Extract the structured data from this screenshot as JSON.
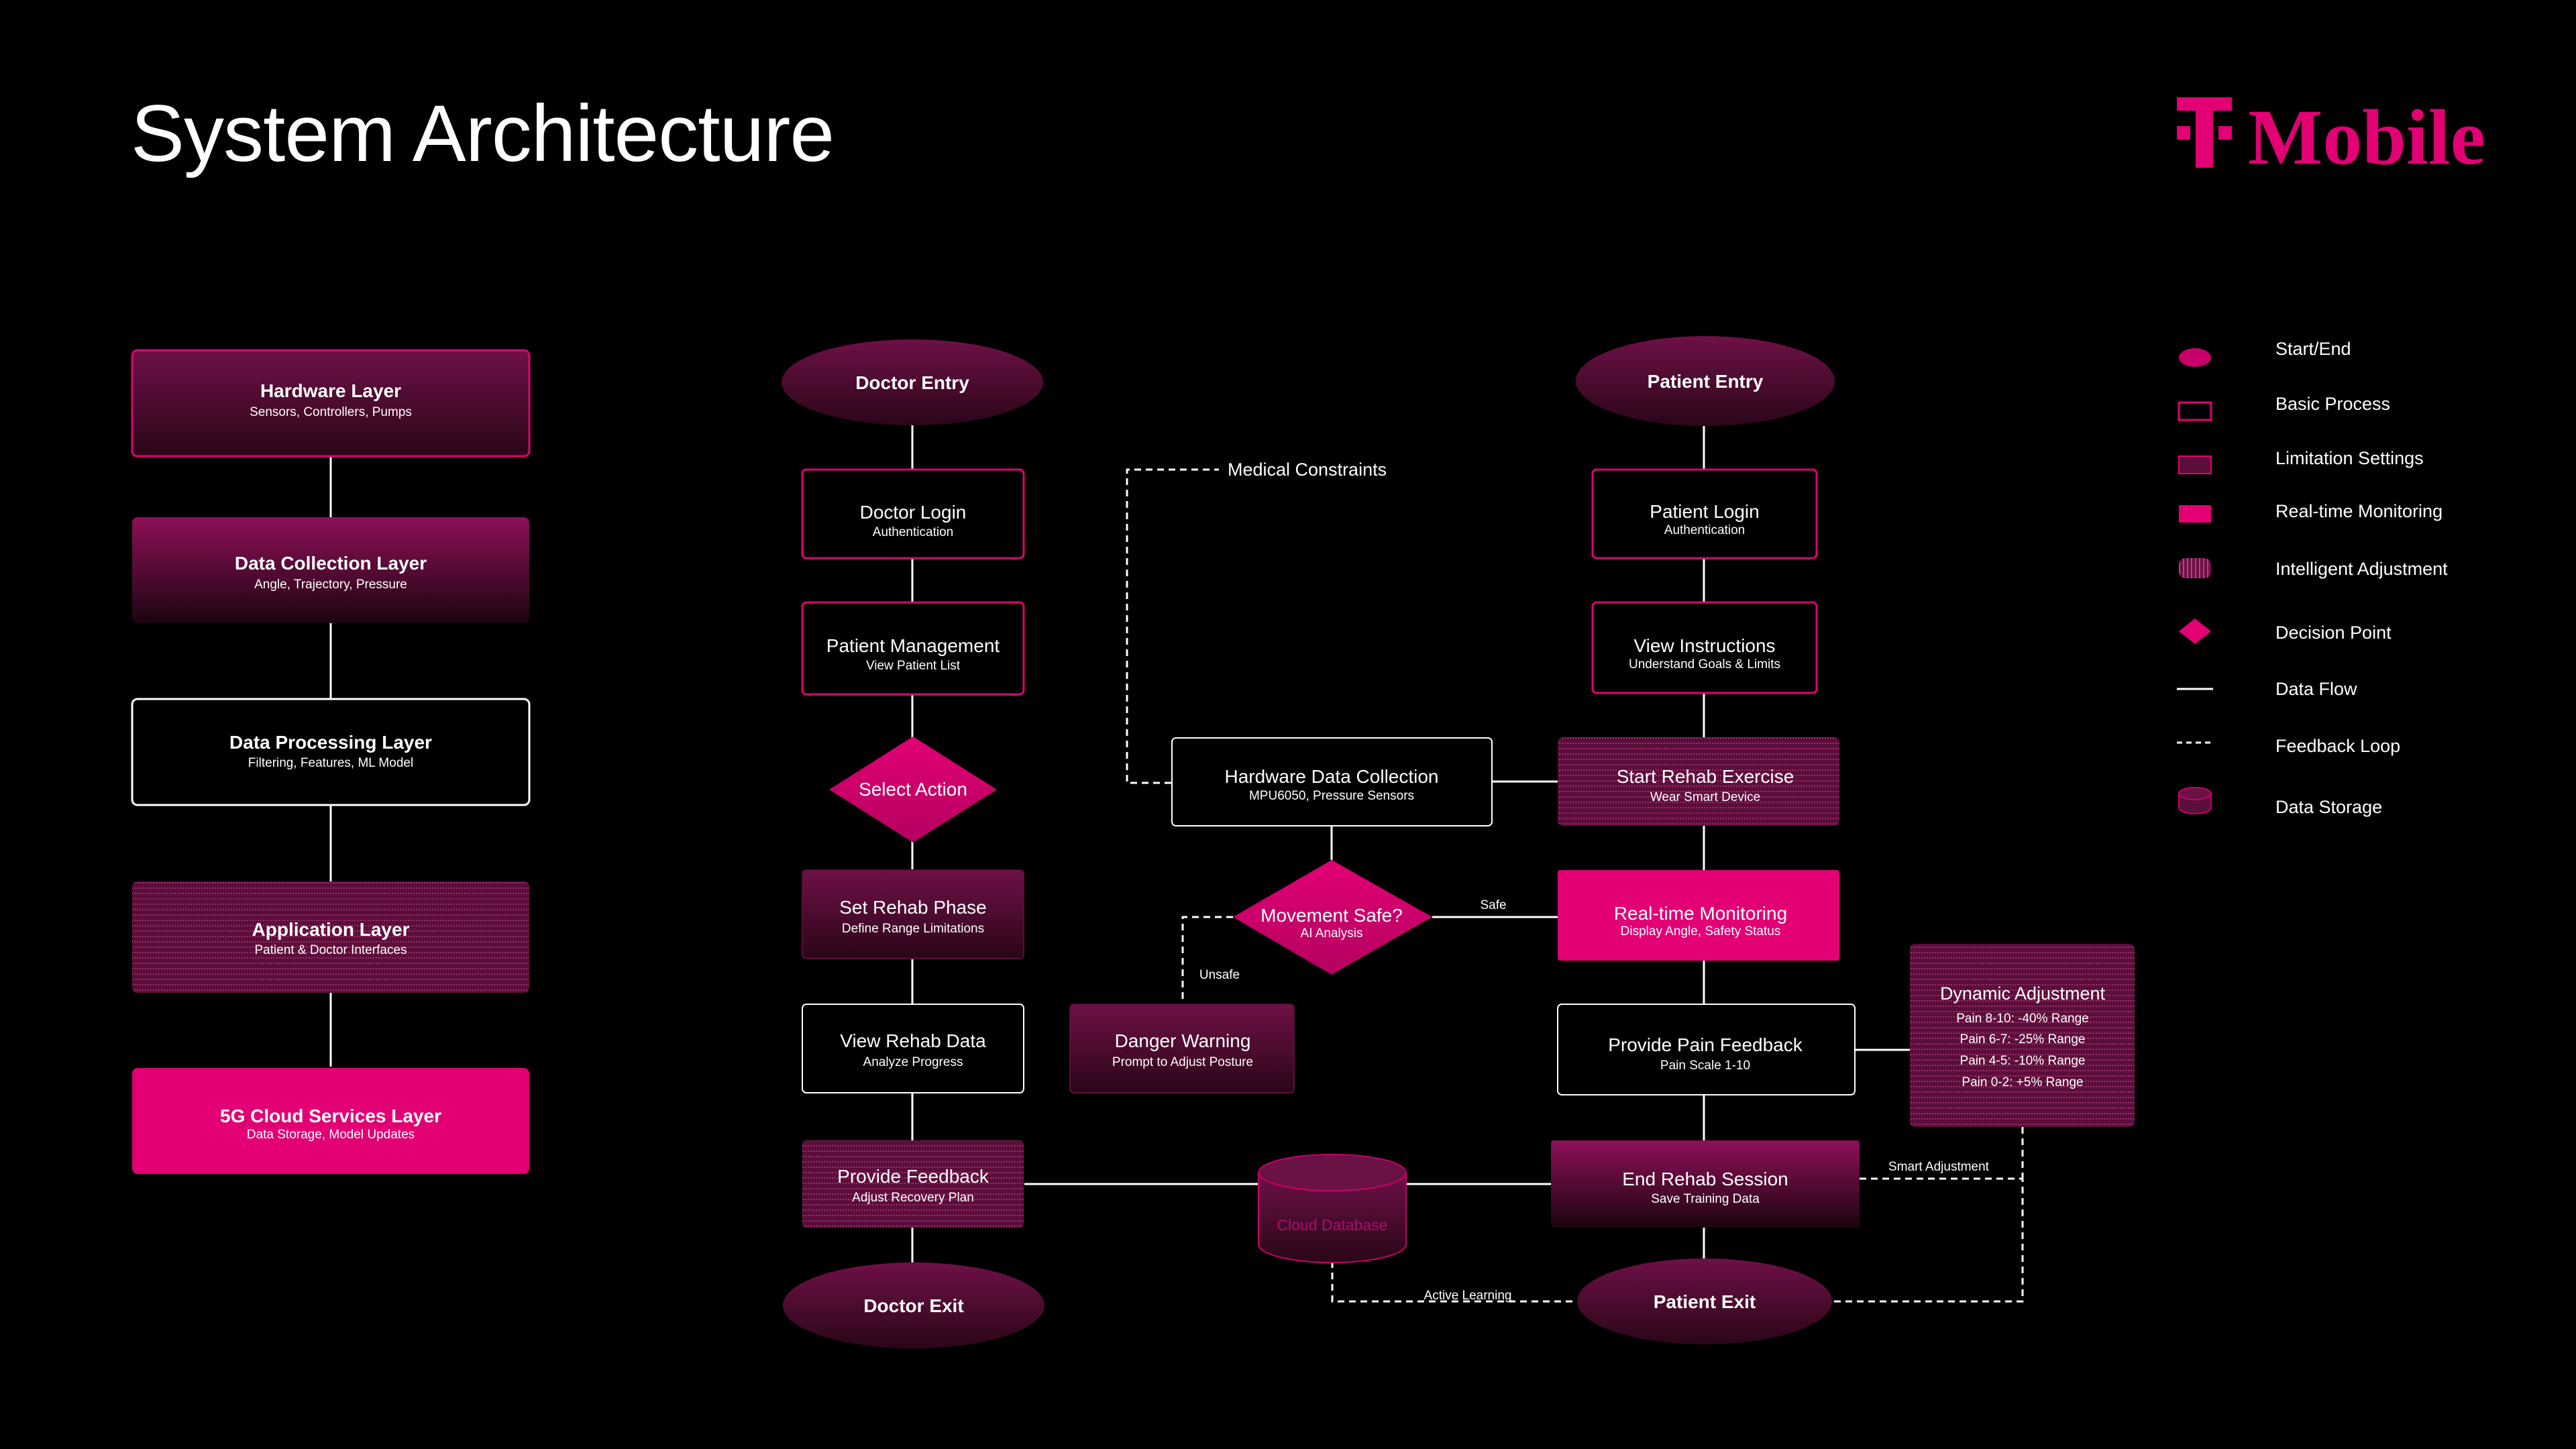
{
  "title": "System Architecture",
  "brand": {
    "name": "Mobile",
    "color": "#e20074"
  },
  "layers": [
    {
      "title": "Hardware Layer",
      "subtitle": "Sensors, Controllers, Pumps"
    },
    {
      "title": "Data Collection Layer",
      "subtitle": "Angle, Trajectory, Pressure"
    },
    {
      "title": "Data Processing Layer",
      "subtitle": "Filtering, Features, ML Model"
    },
    {
      "title": "Application Layer",
      "subtitle": "Patient & Doctor Interfaces"
    },
    {
      "title": "5G Cloud Services Layer",
      "subtitle": "Data Storage, Model Updates"
    }
  ],
  "doctor": {
    "entry": "Doctor Entry",
    "login": {
      "title": "Doctor Login",
      "subtitle": "Authentication"
    },
    "management": {
      "title": "Patient Management",
      "subtitle": "View Patient List"
    },
    "select": "Select Action",
    "phase": {
      "title": "Set Rehab Phase",
      "subtitle": "Define Range Limitations"
    },
    "view_data": {
      "title": "View Rehab Data",
      "subtitle": "Analyze Progress"
    },
    "feedback": {
      "title": "Provide Feedback",
      "subtitle": "Adjust Recovery Plan"
    },
    "exit": "Doctor Exit"
  },
  "patient": {
    "entry": "Patient Entry",
    "login": {
      "title": "Patient Login",
      "subtitle": "Authentication"
    },
    "instructions": {
      "title": "View Instructions",
      "subtitle": "Understand Goals & Limits"
    },
    "start": {
      "title": "Start Rehab Exercise",
      "subtitle": "Wear Smart Device"
    },
    "monitoring": {
      "title": "Real-time Monitoring",
      "subtitle": "Display Angle, Safety Status"
    },
    "pain": {
      "title": "Provide Pain Feedback",
      "subtitle": "Pain Scale 1-10"
    },
    "end": {
      "title": "End Rehab Session",
      "subtitle": "Save Training Data"
    },
    "exit": "Patient Exit"
  },
  "center": {
    "hardware": {
      "title": "Hardware Data Collection",
      "subtitle": "MPU6050, Pressure Sensors"
    },
    "decision": {
      "title": "Movement Safe?",
      "subtitle": "AI Analysis"
    },
    "danger": {
      "title": "Danger Warning",
      "subtitle": "Prompt to Adjust Posture"
    },
    "database": "Cloud Database",
    "dynamic": {
      "title": "Dynamic Adjustment",
      "lines": [
        "Pain 8-10: -40% Range",
        "Pain 6-7: -25% Range",
        "Pain 4-5: -10% Range",
        "Pain 0-2: +5% Range"
      ]
    }
  },
  "edge_labels": {
    "medical": "Medical Constraints",
    "safe": "Safe",
    "unsafe": "Unsafe",
    "smart": "Smart Adjustment",
    "active": "Active Learning"
  },
  "legend": [
    {
      "shape": "ellipse",
      "label": "Start/End"
    },
    {
      "shape": "outline-rect",
      "label": "Basic Process"
    },
    {
      "shape": "dark-rect",
      "label": "Limitation Settings"
    },
    {
      "shape": "solid-rect",
      "label": "Real-time Monitoring"
    },
    {
      "shape": "striped-rect",
      "label": "Intelligent Adjustment"
    },
    {
      "shape": "diamond",
      "label": "Decision Point"
    },
    {
      "shape": "solid-line",
      "label": "Data Flow"
    },
    {
      "shape": "dashed-line",
      "label": "Feedback Loop"
    },
    {
      "shape": "cylinder",
      "label": "Data Storage"
    }
  ],
  "colors": {
    "magenta": "#e20074",
    "dark": "#5a0f3a",
    "background": "#000000"
  }
}
